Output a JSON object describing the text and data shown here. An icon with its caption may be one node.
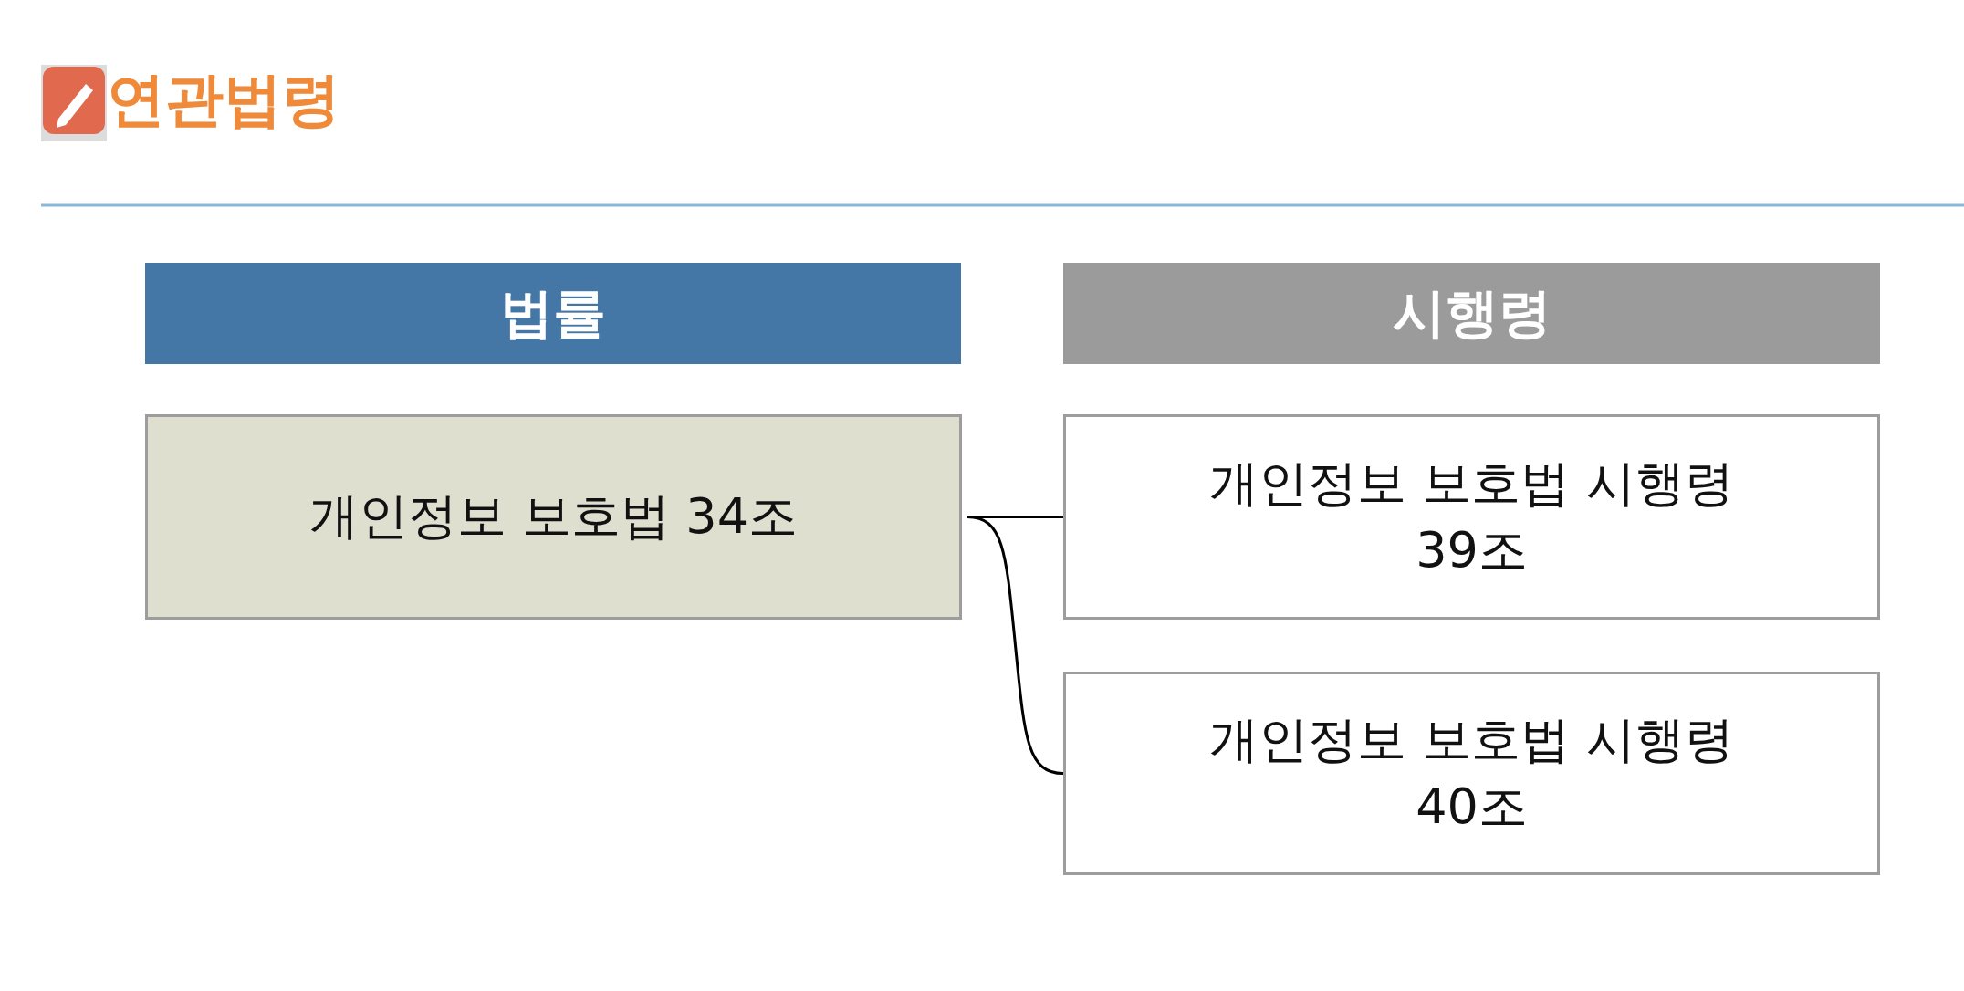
{
  "diagram": {
    "title": "연관법령",
    "nodes": [
      {
        "text": [
          "법률"
        ]
      },
      {
        "text": [
          "시행령"
        ]
      },
      {
        "text": [
          "개인정보 보호법 34조"
        ]
      },
      {
        "text": [
          "개인정보 보호법 시행령 39조"
        ]
      },
      {
        "text": [
          "개인정보 보호법 시행령 40조"
        ]
      }
    ],
    "edges": [
      {
        "from": 2,
        "to": 3,
        "arrow": "none"
      },
      {
        "from": 2,
        "to": 4,
        "arrow": "none"
      }
    ]
  }
}
